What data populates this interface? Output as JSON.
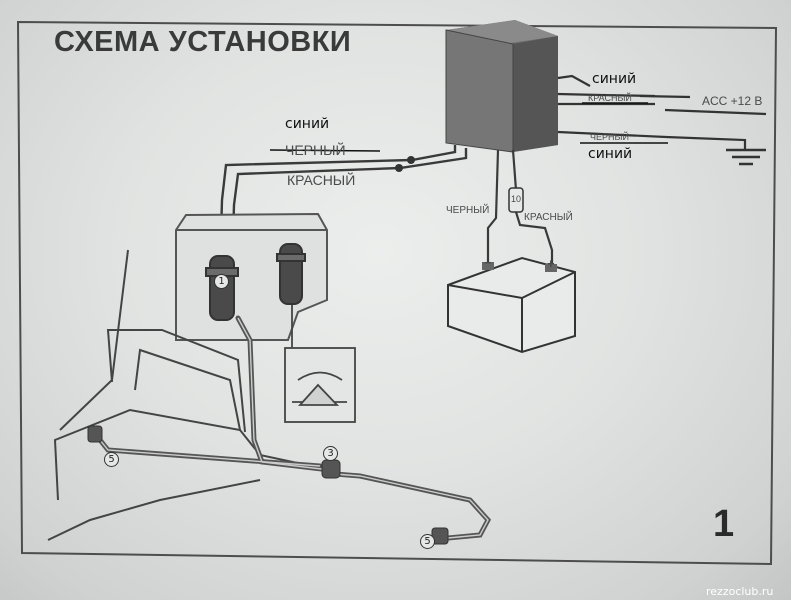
{
  "title": "СХЕМА УСТАНОВКИ",
  "labels": {
    "sinij_top_right": "синий",
    "krasnyj_top_right": "КРАСНЫЙ",
    "acc": "ACC +12 В",
    "chernyj_right": "ЧЕРНЫЙ",
    "sinij_right": "синий",
    "sinij_left": "синий",
    "chernyj_left": "ЧЕРНЫЙ",
    "krasnyj_left": "КРАСНЫЙ",
    "chernyj_battery": "ЧЕРНЫЙ",
    "krasnyj_battery": "КРАСНЫЙ",
    "fuse": "10",
    "battery_minus": "−",
    "battery_plus": "+"
  },
  "markers": {
    "pump": "1",
    "tee": "3",
    "nozzle_left": "5",
    "nozzle_right": "5"
  },
  "page_number": "1",
  "watermark": "rezzoclub.ru"
}
